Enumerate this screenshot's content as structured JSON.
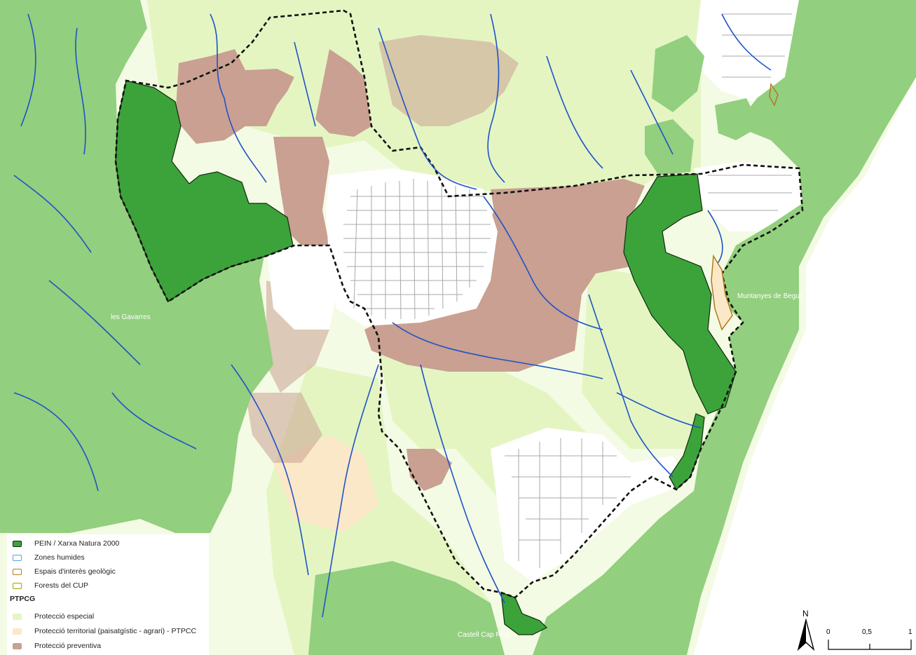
{
  "legend": {
    "items": [
      {
        "label": "PEIN / Xarxa Natura 2000",
        "fill": "#3ca33a",
        "stroke": "#0e2a0e"
      },
      {
        "label": "Zones humides",
        "fill": "#ffffff",
        "stroke": "#5b9fd6"
      },
      {
        "label": "Espais d'interès geològic",
        "fill": "#ffffff",
        "stroke": "#b07a1f"
      },
      {
        "label": "Forests del CUP",
        "fill": "#ffffff",
        "stroke": "#a6a200"
      }
    ],
    "section_title": "PTPCG",
    "ptpcg_items": [
      {
        "label": "Protecció especial",
        "fill": "#e4f5c2"
      },
      {
        "label": "Protecció territorial (paisatgístic - agrari) - PTPCC",
        "fill": "#fbe8c8"
      },
      {
        "label": "Protecció preventiva",
        "fill": "#c9a091"
      }
    ]
  },
  "place_labels": {
    "les_gavarres": "les Gavarres",
    "muntanyes_de_begur": "Muntanyes de Begur",
    "castell_cap_roig": "Castell Cap Roig"
  },
  "north_arrow": {
    "label": "N"
  },
  "scale_bar": {
    "ticks": [
      "0",
      "0,5",
      "1"
    ]
  },
  "colors": {
    "forest_green": "#92cf7e",
    "pein_green": "#3ca33a",
    "special_protection": "#e4f5c2",
    "preventive_protection": "#c9a091",
    "territorial_protection": "#fbe8c8",
    "river_blue": "#1f52c9",
    "urban_white": "#ffffff"
  }
}
